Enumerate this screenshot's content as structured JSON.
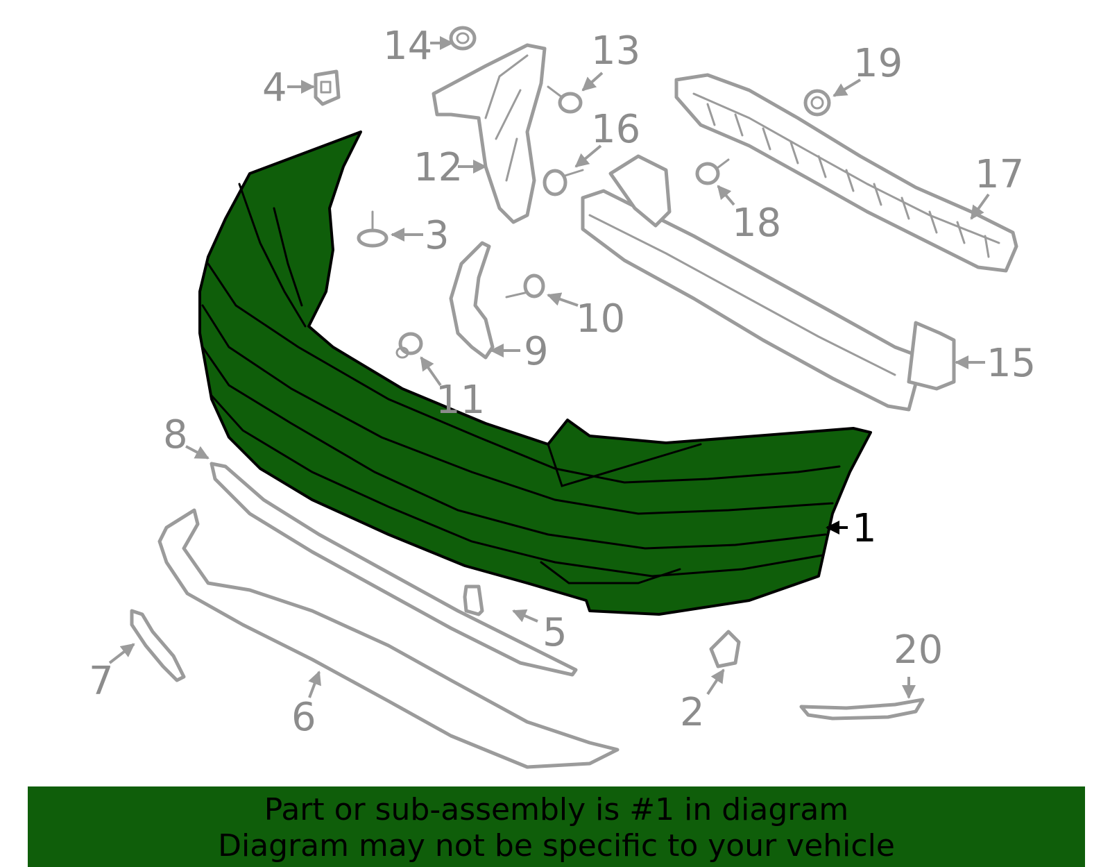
{
  "callouts": {
    "c1": "1",
    "c2": "2",
    "c3": "3",
    "c4": "4",
    "c5": "5",
    "c6": "6",
    "c7": "7",
    "c8": "8",
    "c9": "9",
    "c10": "10",
    "c11": "11",
    "c12": "12",
    "c13": "13",
    "c14": "14",
    "c15": "15",
    "c16": "16",
    "c17": "17",
    "c18": "18",
    "c19": "19",
    "c20": "20"
  },
  "highlight_color": "#0f5e0a",
  "banner": {
    "line1": "Part or sub-assembly is #1 in diagram",
    "line2": "Diagram may not be specific to your vehicle"
  }
}
